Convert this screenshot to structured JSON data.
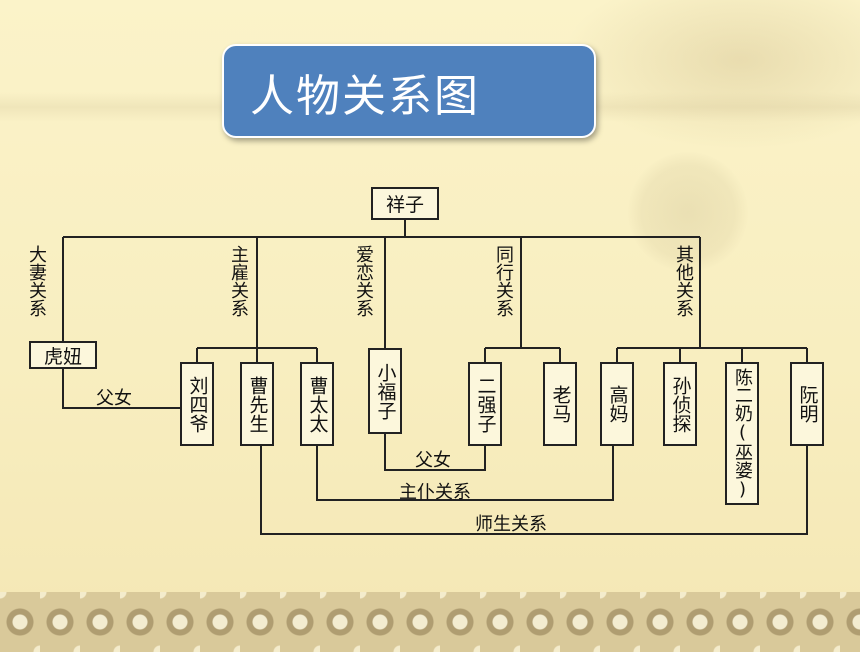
{
  "title": "人物关系图",
  "root": "祥子",
  "groups": {
    "spouse": "大妻关系",
    "employer": "主雇关系",
    "love": "爱恋关系",
    "peer": "同行关系",
    "other": "其他关系"
  },
  "people": {
    "huniu": "虎妞",
    "liusiye": "刘四爷",
    "caoxiansheng": "曹先生",
    "caotaitai": "曹太太",
    "xiaofuzi": "小福子",
    "erqiangzi": "二强子",
    "laoma": "老马",
    "gaoma": "高妈",
    "sunzhentan": "孙侦探",
    "chenernai": "陈二奶(巫婆)",
    "ruanming": "阮明"
  },
  "relations": {
    "fu_nv_1": "父女",
    "fu_nv_2": "父女",
    "zhu_pu": "主仆关系",
    "shi_sheng": "师生关系"
  }
}
